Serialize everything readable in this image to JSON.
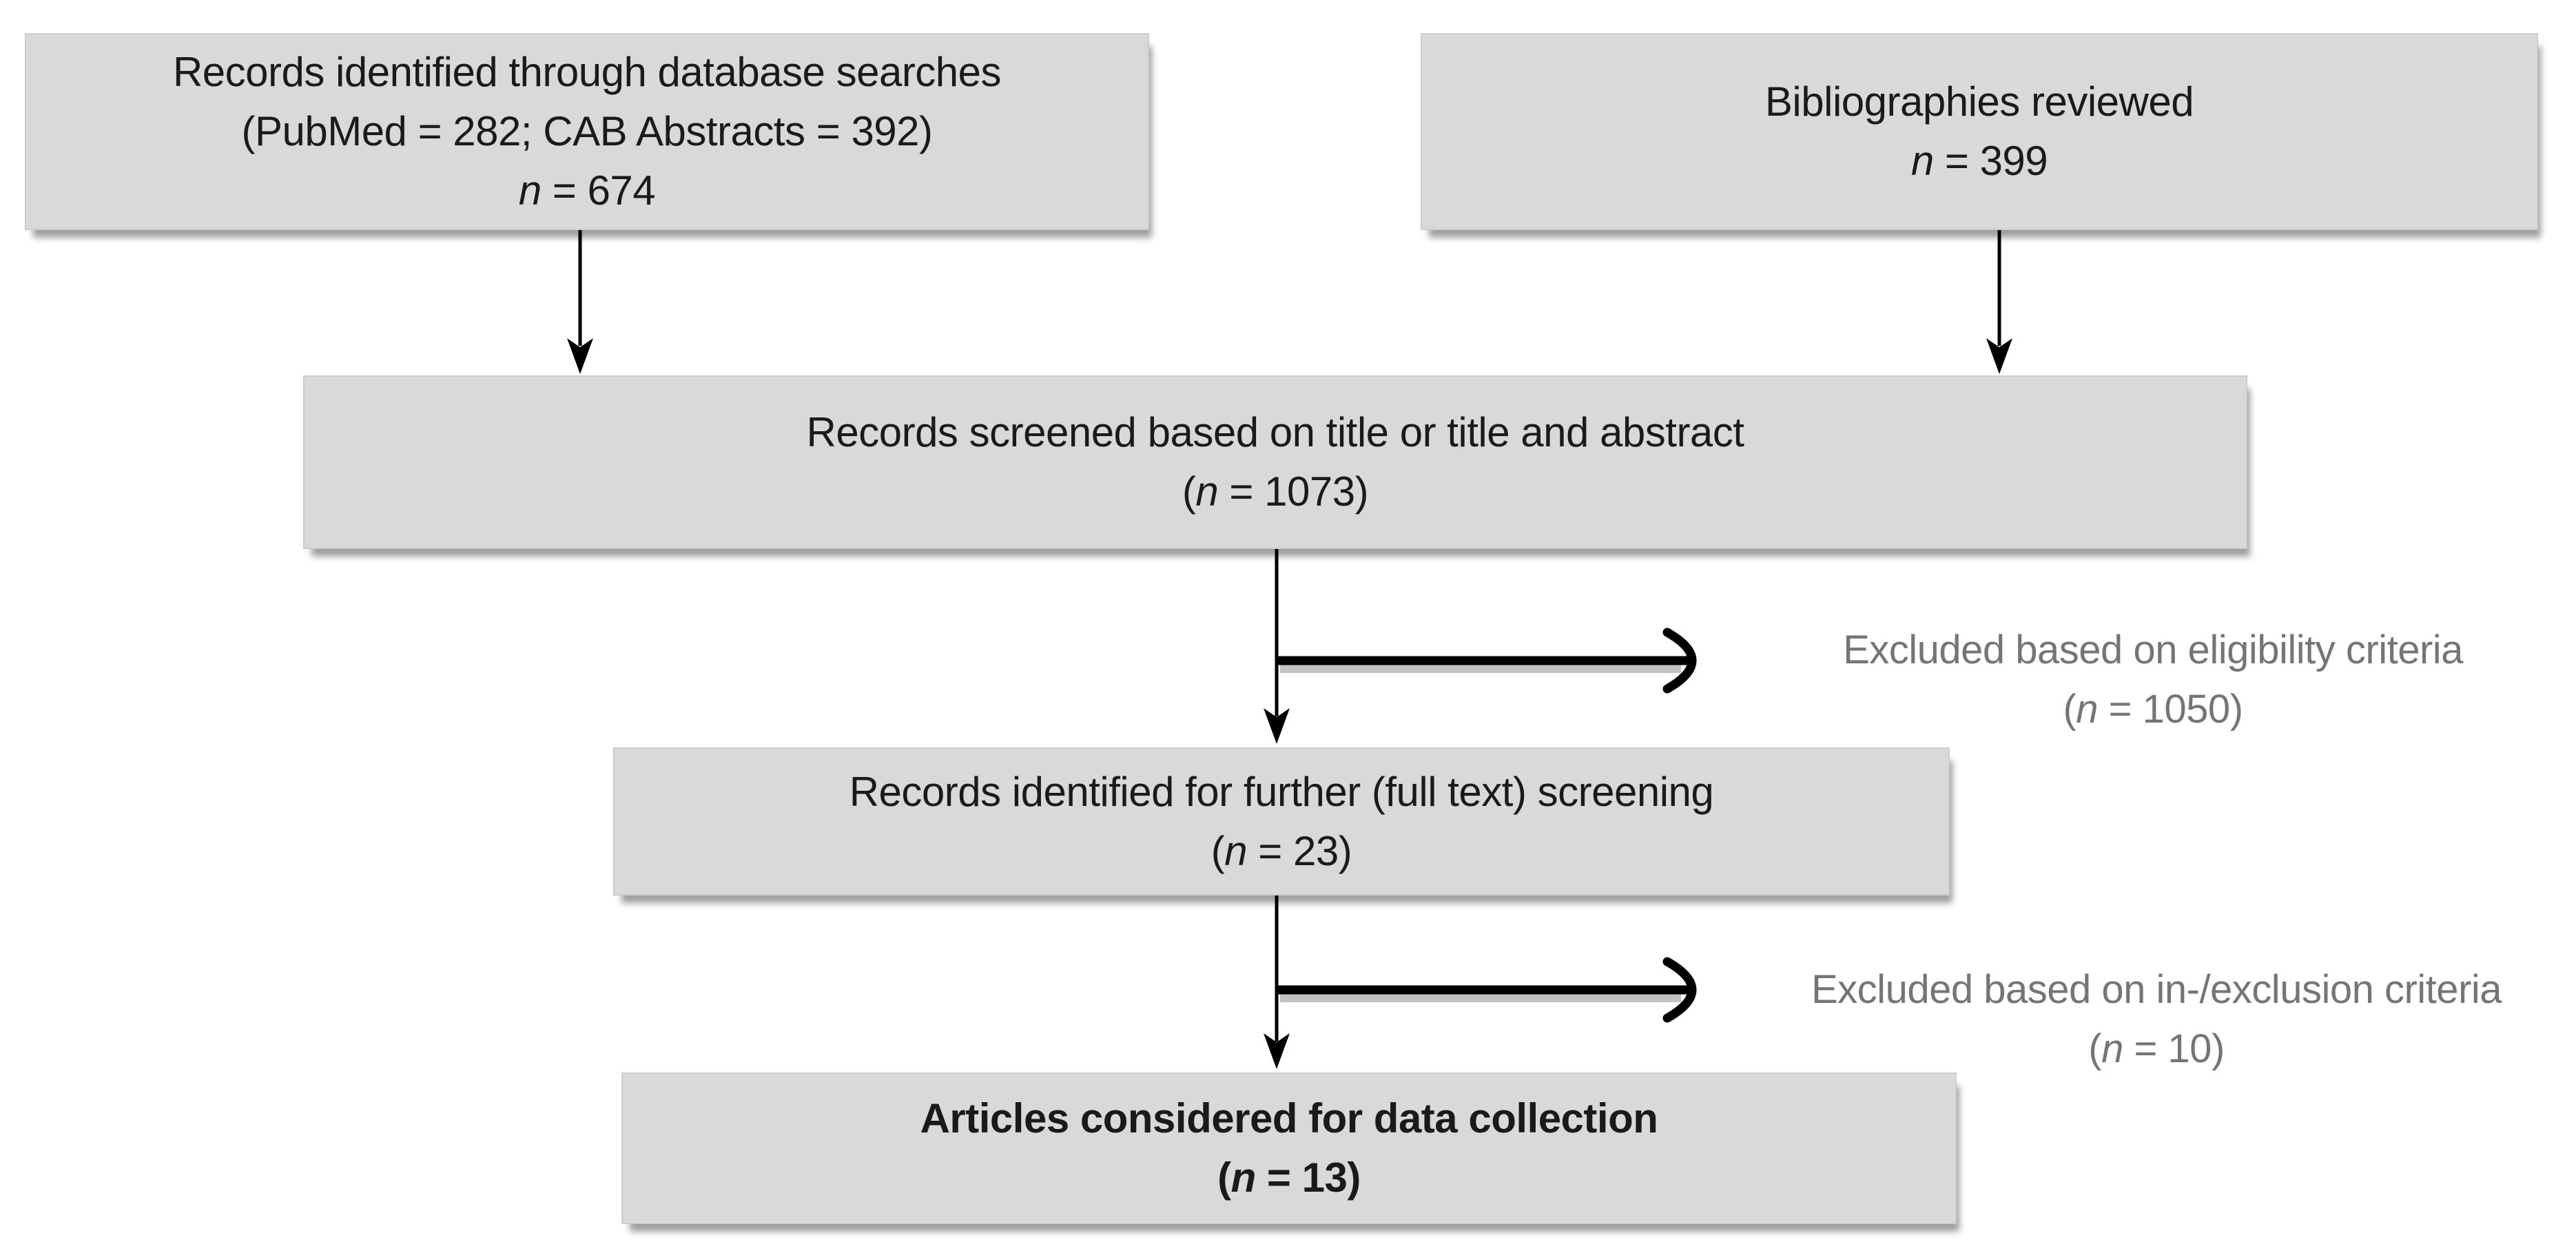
{
  "boxes": {
    "database": {
      "line1": "Records identified through database searches",
      "line2": "(PubMed = 282; CAB Abstracts = 392)",
      "n_pre": "",
      "n": "n",
      "n_post": " = 674"
    },
    "bibliographies": {
      "line1": "Bibliographies reviewed",
      "n_pre": "",
      "n": "n",
      "n_post": " = 399"
    },
    "screened": {
      "line1": "Records screened based on title or title and abstract",
      "n_pre": "(",
      "n": "n",
      "n_post": " = 1073)"
    },
    "fulltext": {
      "line1": "Records identified for further (full text) screening",
      "n_pre": "(",
      "n": "n",
      "n_post": " = 23)"
    },
    "articles": {
      "line1": "Articles considered for data collection",
      "n_pre": "(",
      "n": "n",
      "n_post": " = 13)"
    }
  },
  "side_notes": {
    "eligibility": {
      "line1": "Excluded based on eligibility criteria",
      "n_pre": "(",
      "n": "n",
      "n_post": " = 1050)"
    },
    "inexclusion": {
      "line1": "Excluded based on in-/exclusion criteria",
      "n_pre": "(",
      "n": "n",
      "n_post": " = 10)"
    }
  },
  "colors": {
    "box_fill": "#d9d9d9",
    "box_shadow": "#a6a6a6",
    "text": "#1a1a1a",
    "muted_text": "#757575",
    "arrow": "#000000"
  }
}
